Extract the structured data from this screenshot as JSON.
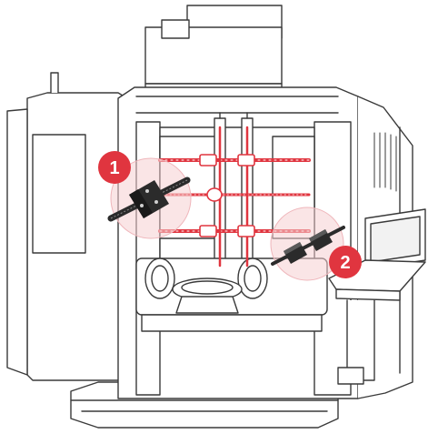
{
  "illustration": {
    "subject-icon": "cnc-machine-line-drawing",
    "line_color": "#3a3a3a",
    "accent_color": "#e0353f",
    "halo_color": "#f6cfd2",
    "component_color": "#2b2b2b"
  },
  "callouts": [
    {
      "label": "1",
      "target-icon": "ball-screw-nut-icon"
    },
    {
      "label": "2",
      "target-icon": "linear-guide-block-icon"
    }
  ]
}
